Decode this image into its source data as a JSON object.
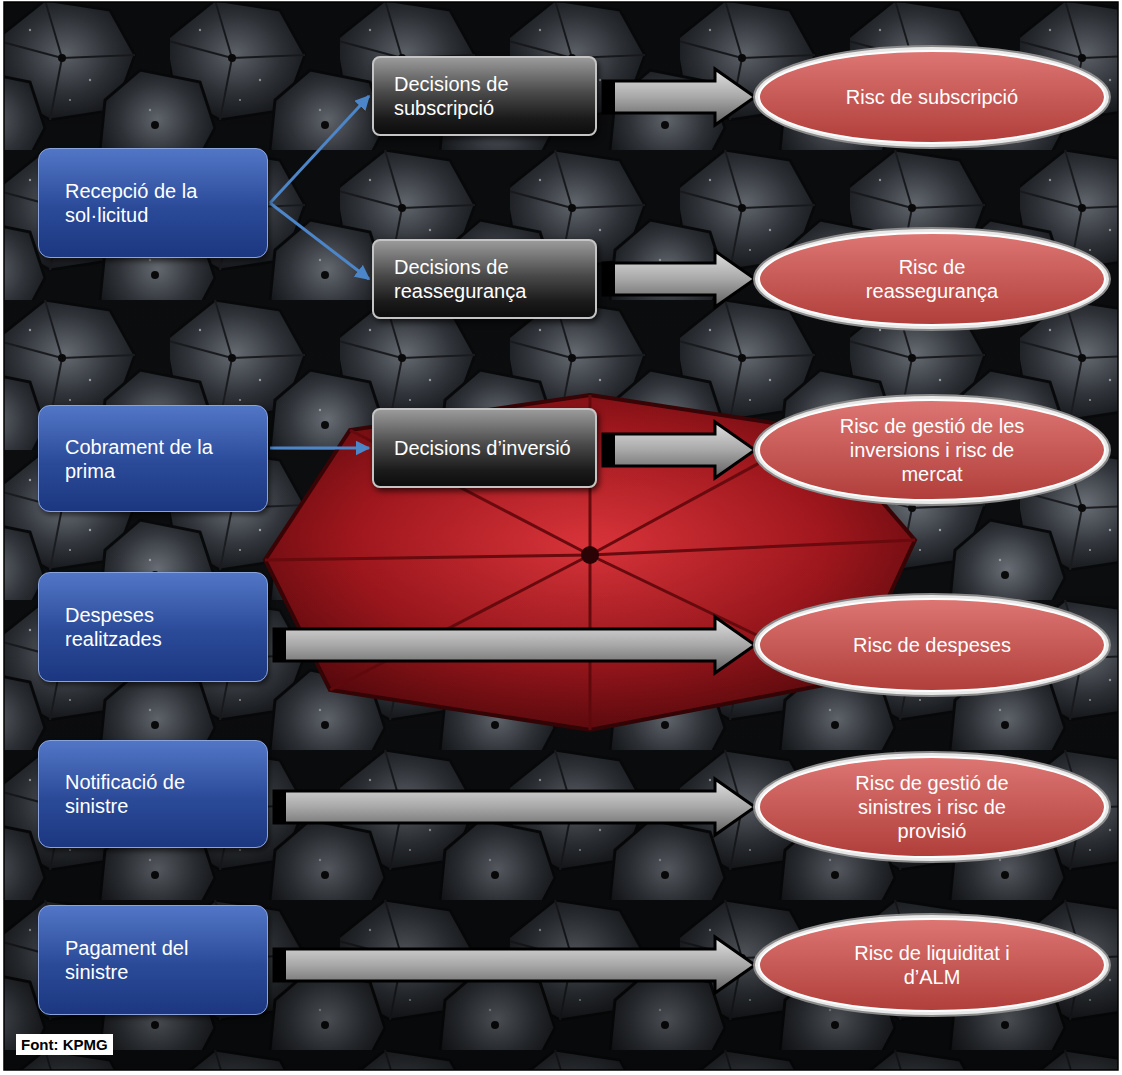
{
  "diagram": {
    "nodes": [
      {
        "text": [
          "Recepció de la sol·licitud"
        ]
      },
      {
        "text": [
          "Decisions de subscripció"
        ]
      },
      {
        "text": [
          "Risc de subscripció"
        ]
      },
      {
        "text": [
          "Decisions de reassegurança"
        ]
      },
      {
        "text": [
          "Risc de reassegurança"
        ]
      },
      {
        "text": [
          "Cobrament de la prima"
        ]
      },
      {
        "text": [
          "Decisions d’inversió"
        ]
      },
      {
        "text": [
          "Risc de gestió de les inversions i risc de mercat"
        ]
      },
      {
        "text": [
          "Despeses realitzades"
        ]
      },
      {
        "text": [
          "Risc de despeses"
        ]
      },
      {
        "text": [
          "Notificació de sinistre"
        ]
      },
      {
        "text": [
          "Risc de gestió de sinistres i risc de provisió"
        ]
      },
      {
        "text": [
          "Pagament del sinistre"
        ]
      },
      {
        "text": [
          "Risc de liquiditat i d’ALM"
        ]
      }
    ],
    "edges": [
      {
        "from": 0,
        "to": 1,
        "arrow": "to"
      },
      {
        "from": 0,
        "to": 3,
        "arrow": "to"
      },
      {
        "from": 1,
        "to": 2,
        "arrow": "to"
      },
      {
        "from": 3,
        "to": 4,
        "arrow": "to"
      },
      {
        "from": 5,
        "to": 6,
        "arrow": "to"
      },
      {
        "from": 6,
        "to": 7,
        "arrow": "to"
      },
      {
        "from": 8,
        "to": 9,
        "arrow": "to"
      },
      {
        "from": 10,
        "to": 11,
        "arrow": "to"
      },
      {
        "from": 12,
        "to": 13,
        "arrow": "to"
      }
    ],
    "labels": [
      "Font: KPMG"
    ]
  }
}
